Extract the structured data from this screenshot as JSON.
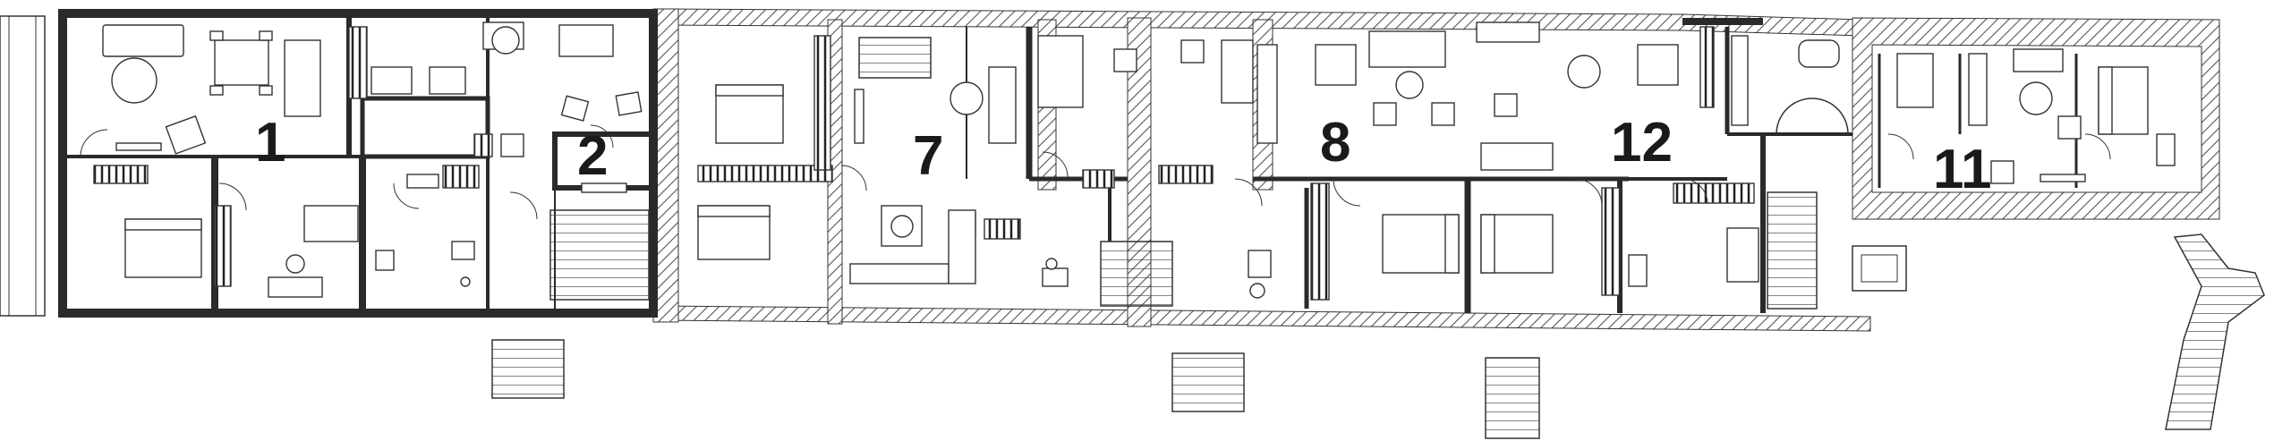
{
  "plan": {
    "units": [
      {
        "id": "unit-1",
        "label": "1"
      },
      {
        "id": "unit-2",
        "label": "2"
      },
      {
        "id": "unit-7",
        "label": "7"
      },
      {
        "id": "unit-8",
        "label": "8"
      },
      {
        "id": "unit-12",
        "label": "12"
      },
      {
        "id": "unit-11",
        "label": "11"
      }
    ]
  },
  "colors": {
    "wall": "#2a2a2a",
    "hatch": "#555555",
    "line": "#333333",
    "paper": "#ffffff"
  }
}
